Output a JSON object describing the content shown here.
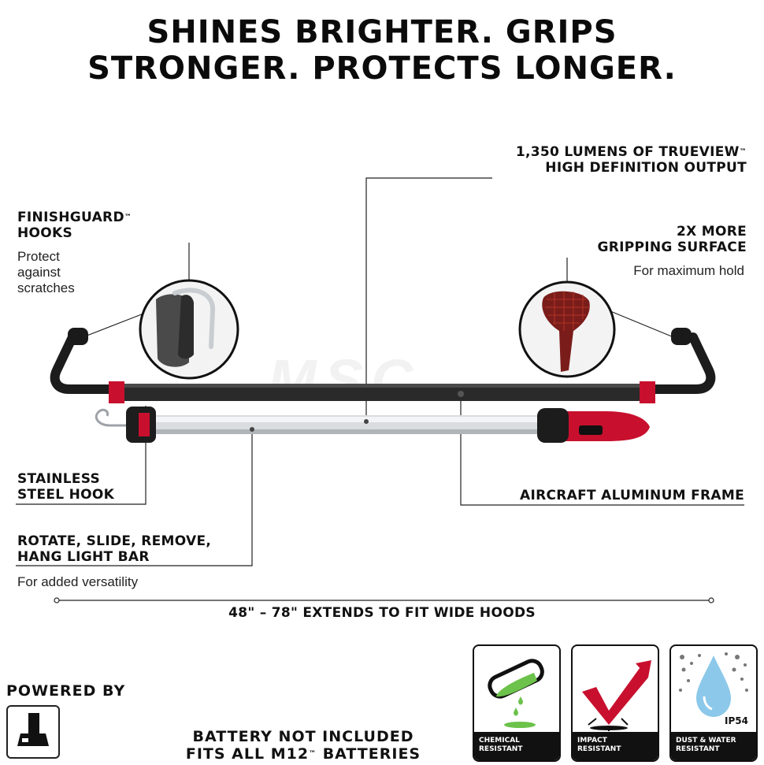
{
  "headline": {
    "line1": "SHINES BRIGHTER. GRIPS",
    "line2": "STRONGER. PROTECTS LONGER."
  },
  "callouts": {
    "lumens": {
      "line1": "1,350 LUMENS OF TRUEVIEW",
      "tm": "™",
      "line2": "HIGH DEFINITION OUTPUT"
    },
    "finishguard": {
      "line1": "FINISHGUARD",
      "tm": "™",
      "line2": "HOOKS",
      "sub1": "Protect",
      "sub2": "against",
      "sub3": "scratches"
    },
    "gripping": {
      "line1": "2X MORE",
      "line2": "GRIPPING SURFACE",
      "sub": "For maximum hold"
    },
    "hook": {
      "line1": "STAINLESS",
      "line2": "STEEL HOOK"
    },
    "frame": {
      "line1": "AIRCRAFT ALUMINUM FRAME"
    },
    "lightbar": {
      "line1": "ROTATE, SLIDE, REMOVE,",
      "line2": "HANG LIGHT BAR",
      "sub": "For added versatility"
    },
    "extends": {
      "text": "48\" – 78\" EXTENDS TO FIT WIDE HOODS"
    }
  },
  "watermark": "MSC",
  "power": {
    "powered_by": "POWERED BY",
    "note1": "BATTERY NOT INCLUDED",
    "note2a": "FITS ALL M12",
    "tm": "™",
    "note2b": " BATTERIES"
  },
  "badges": [
    {
      "line1": "CHEMICAL",
      "line2": "RESISTANT",
      "icon": "test-tube-icon"
    },
    {
      "line1": "IMPACT",
      "line2": "RESISTANT",
      "icon": "impact-check-icon"
    },
    {
      "line1": "DUST & WATER",
      "line2": "RESISTANT",
      "rating": "IP54",
      "icon": "water-drop-icon"
    }
  ],
  "colors": {
    "red": "#c8102e",
    "black": "#111111",
    "green": "#6cc24a",
    "blue": "#8cc8ea"
  }
}
